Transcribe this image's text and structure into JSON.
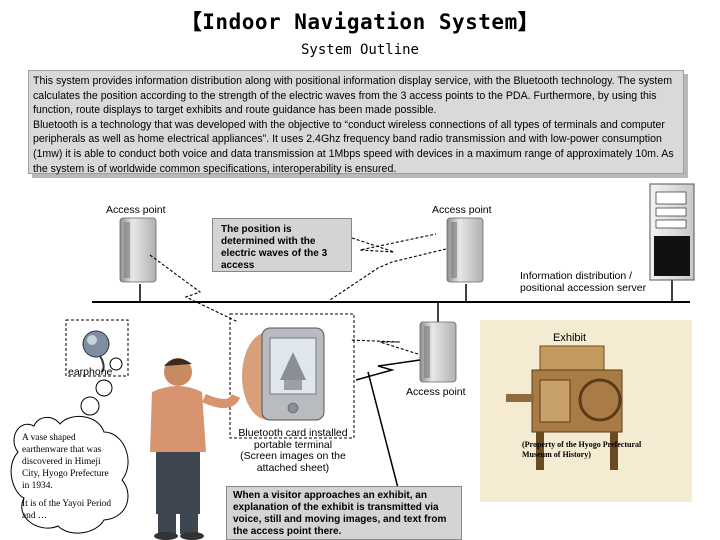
{
  "header": {
    "title": "【Indoor Navigation System】",
    "subtitle": "System Outline"
  },
  "description": {
    "paragraph1": "This system provides information distribution along with positional information display service, with the Bluetooth technology. The system calculates the position according to the strength of the electric waves from the 3 access points to the PDA. Furthermore, by using this function, route displays to target exhibits and route guidance has been made possible.",
    "paragraph2": "Bluetooth is a technology that was developed with the objective to “conduct wireless connections of all types of terminals and computer peripherals as well as home electrical appliances”.  It uses 2.4Ghz frequency band radio transmission and with low-power consumption (1mw) it is able to conduct both voice and data transmission at 1Mbps speed with devices in a maximum range of  approximately 10m.  As the system is of worldwide common specifications, interoperability is ensured."
  },
  "labels": {
    "access_point_left": "Access point",
    "access_point_right": "Access point",
    "access_point_bottom": "Access point",
    "server_line1": "Information distribution /",
    "server_line2": "positional accession server",
    "earphone": "earphone",
    "terminal_line1": "Bluetooth card installed",
    "terminal_line2": "portable terminal",
    "terminal_line3": "(Screen images on the",
    "terminal_line4": "attached sheet)",
    "exhibit": "Exhibit",
    "exhibit_credit": "(Property of the Hyogo Prefectural Museum of History)"
  },
  "notes": {
    "position": "The position is determined with the electric waves of the 3 access",
    "visitor": "When a visitor approaches an exhibit, an explanation of the exhibit is transmitted via voice, still and moving images, and text from the access point there."
  },
  "cloud": {
    "text1": "A vase shaped earthenware that was discovered in Himeji City, Hyogo Prefecture in 1934.",
    "text2": "It is of the Yayoi Period and …"
  },
  "colors": {
    "network_line": "#000000",
    "rope": "#ff0000",
    "post": "#b02020",
    "description_bg": "#d9d9d9",
    "note_bg": "#d4d4d4",
    "exhibit_bg": "#f5ead2"
  }
}
